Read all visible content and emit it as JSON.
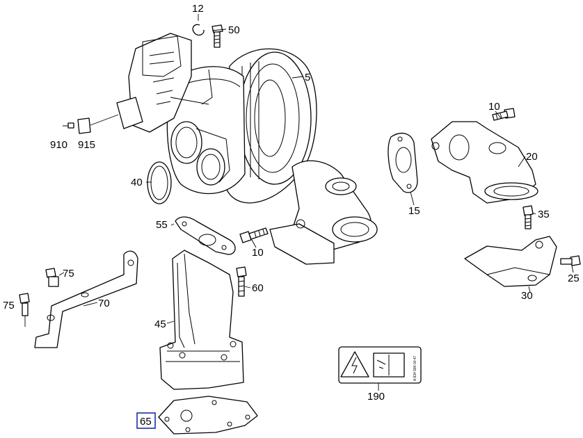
{
  "callouts": {
    "p12": "12",
    "p50": "50",
    "p5": "5",
    "p910": "910",
    "p915": "915",
    "p10a": "10",
    "p20": "20",
    "p15": "15",
    "p40": "40",
    "p55": "55",
    "p10b": "10",
    "p35": "35",
    "p75a": "75",
    "p75b": "75",
    "p70": "70",
    "p60": "60",
    "p45": "45",
    "p30": "30",
    "p25": "25",
    "p190": "190",
    "p65": "65"
  },
  "label_190_code": "A 834 584 00 47",
  "highlight_color": "#1c2bb0"
}
